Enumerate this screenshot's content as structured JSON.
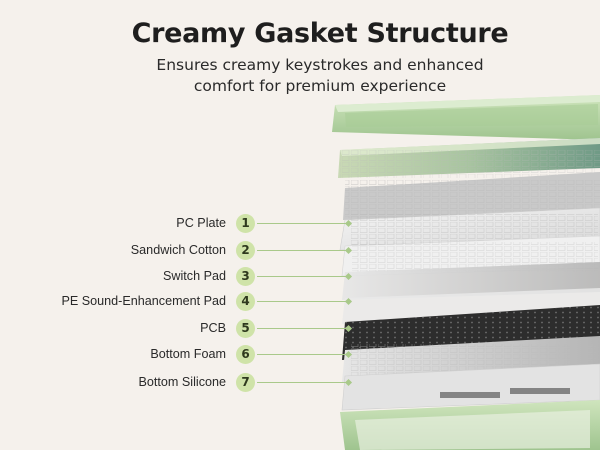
{
  "title": "Creamy Gasket Structure",
  "subtitle": {
    "line1": "Ensures creamy keystrokes and enhanced",
    "line2": "comfort for premium experience"
  },
  "layers": [
    {
      "num": "1",
      "label": "PC Plate"
    },
    {
      "num": "2",
      "label": "Sandwich Cotton"
    },
    {
      "num": "3",
      "label": "Switch Pad"
    },
    {
      "num": "4",
      "label": "PE Sound-Enhancement Pad"
    },
    {
      "num": "5",
      "label": "PCB"
    },
    {
      "num": "6",
      "label": "Bottom Foam"
    },
    {
      "num": "7",
      "label": "Bottom Silicone"
    }
  ],
  "colors": {
    "background": "#f5f1ec",
    "badge": "#cfe3a8",
    "leader": "#a9c98a",
    "case_green": "#b9d7a6"
  }
}
